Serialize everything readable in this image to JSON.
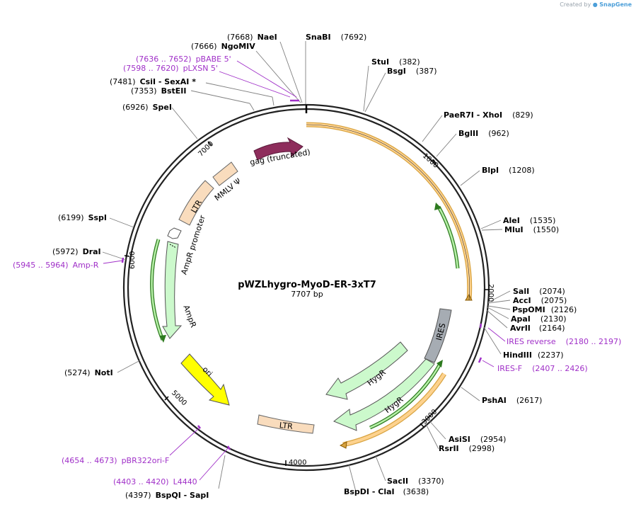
{
  "watermark": {
    "prefix": "Created by",
    "brand": "SnapGene"
  },
  "plasmid": {
    "name": "pWZLhygro-MyoD-ER-3xT7",
    "size_label": "7707 bp",
    "length": 7707
  },
  "colors": {
    "gag": "#8e2d5c",
    "ltr": "#f9dcbd",
    "ampr": "#ccf9cc",
    "hygr": "#ccf9cc",
    "ires": "#a6acb3",
    "ori": "#ffff00",
    "orf": "#fdd28e",
    "primer": "#a030c8",
    "site_line": "#808080"
  },
  "ticks": [
    "1000",
    "2000",
    "3000",
    "4000",
    "5000",
    "6000",
    "7000"
  ],
  "sites": [
    {
      "name": "NaeI",
      "pos": "(7668)"
    },
    {
      "name": "NgoMIV",
      "pos": "(7666)"
    },
    {
      "name": "SnaBI",
      "pos": "(7692)"
    },
    {
      "name": "StuI",
      "pos": "(382)"
    },
    {
      "name": "BsgI",
      "pos": "(387)"
    },
    {
      "name": "CsiI  - SexAI *",
      "pos": "(7481)"
    },
    {
      "name": "BstEII",
      "pos": "(7353)"
    },
    {
      "name": "SpeI",
      "pos": "(6926)"
    },
    {
      "name": "PaeR7I  - XhoI",
      "pos": "(829)"
    },
    {
      "name": "BglII",
      "pos": "(962)"
    },
    {
      "name": "BlpI",
      "pos": "(1208)"
    },
    {
      "name": "AleI",
      "pos": "(1535)"
    },
    {
      "name": "MluI",
      "pos": "(1550)"
    },
    {
      "name": "SspI",
      "pos": "(6199)"
    },
    {
      "name": "DraI",
      "pos": "(5972)"
    },
    {
      "name": "SalI",
      "pos": "(2074)"
    },
    {
      "name": "AccI",
      "pos": "(2075)"
    },
    {
      "name": "PspOMI",
      "pos": "(2126)"
    },
    {
      "name": "ApaI",
      "pos": "(2130)"
    },
    {
      "name": "AvrII",
      "pos": "(2164)"
    },
    {
      "name": "HindIII",
      "pos": "(2237)"
    },
    {
      "name": "NotI",
      "pos": "(5274)"
    },
    {
      "name": "PshAI",
      "pos": "(2617)"
    },
    {
      "name": "AsiSI",
      "pos": "(2954)"
    },
    {
      "name": "RsrII",
      "pos": "(2998)"
    },
    {
      "name": "SacII",
      "pos": "(3370)"
    },
    {
      "name": "BspDI  - ClaI",
      "pos": "(3638)"
    },
    {
      "name": "BspQI  - SapI",
      "pos": "(4397)"
    }
  ],
  "primers": [
    {
      "name": "pBABE 5'",
      "range": "(7636 .. 7652)"
    },
    {
      "name": "pLXSN 5'",
      "range": "(7598 .. 7620)"
    },
    {
      "name": "Amp-R",
      "range": "(5945 .. 5964)"
    },
    {
      "name": "IRES reverse",
      "range": "(2180 .. 2197)"
    },
    {
      "name": "IRES-F",
      "range": "(2407 .. 2426)"
    },
    {
      "name": "pBR322ori-F",
      "range": "(4654 .. 4673)"
    },
    {
      "name": "L4440",
      "range": "(4403 .. 4420)"
    }
  ],
  "features": {
    "gag": "gag (truncated)",
    "mmlv": "MMLV Ψ",
    "ltr_top": "LTR",
    "ampr_promoter": "AmpR promoter",
    "ampr": "AmpR",
    "ori": "ori",
    "ltr_bottom": "LTR",
    "hygr_inner": "HygR",
    "hygr_outer": "HygR",
    "ires": "IRES"
  }
}
